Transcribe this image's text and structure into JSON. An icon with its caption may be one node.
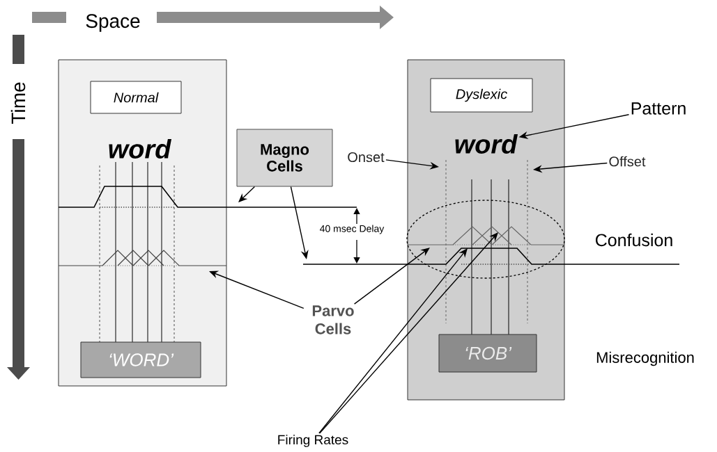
{
  "diagram": {
    "nodes": [
      {
        "text": [],
        "shape": "box"
      },
      {
        "text": [
          "Normal"
        ],
        "in": 0
      },
      {
        "text": [
          "word"
        ],
        "in": 0
      },
      {
        "text": [
          "‘WORD’"
        ],
        "in": 0
      },
      {
        "text": [
          "Magno Cells"
        ]
      },
      {
        "text": [],
        "shape": "box"
      },
      {
        "text": [
          "Dyslexic"
        ],
        "in": 5
      },
      {
        "text": [
          "word"
        ],
        "in": 5
      },
      {
        "text": [
          "‘ROB’"
        ],
        "in": 5
      },
      {
        "text": [
          "Onset"
        ]
      },
      {
        "text": [
          "Offset"
        ]
      },
      {
        "text": [
          "Pattern"
        ]
      },
      {
        "text": [
          "Parvo Cells"
        ]
      },
      {
        "text": [
          "Firing Rates"
        ]
      }
    ],
    "edges": [
      {
        "from": 4,
        "to": null,
        "arrow": "to"
      },
      {
        "from": 4,
        "to": null,
        "arrow": "to"
      },
      {
        "from": 12,
        "to": null,
        "arrow": "to"
      },
      {
        "from": 12,
        "to": null,
        "arrow": "to"
      },
      {
        "from": 13,
        "to": null,
        "arrow": "to"
      },
      {
        "from": 13,
        "to": null,
        "arrow": "to"
      },
      {
        "from": 9,
        "to": null,
        "arrow": "to"
      },
      {
        "from": 10,
        "to": null,
        "arrow": "to"
      },
      {
        "from": 11,
        "to": 7,
        "arrow": "to"
      }
    ],
    "labels": [
      "Space",
      "Time",
      "40 msec Delay",
      "Confusion",
      "Misrecognition"
    ]
  }
}
